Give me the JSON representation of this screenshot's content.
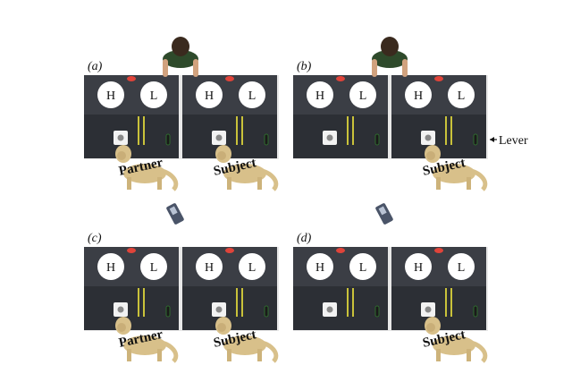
{
  "panels": [
    {
      "label": "(a)",
      "hl": [
        "H",
        "L",
        "H",
        "L"
      ],
      "partner": "Partner",
      "subject": "Subject",
      "human": true,
      "device": false,
      "lever_note": ""
    },
    {
      "label": "(b)",
      "hl": [
        "H",
        "L",
        "H",
        "L"
      ],
      "partner": "",
      "subject": "Subject",
      "human": true,
      "device": false,
      "lever_note": "Lever"
    },
    {
      "label": "(c)",
      "hl": [
        "H",
        "L",
        "H",
        "L"
      ],
      "partner": "Partner",
      "subject": "Subject",
      "human": false,
      "device": true,
      "lever_note": ""
    },
    {
      "label": "(d)",
      "hl": [
        "H",
        "L",
        "H",
        "L"
      ],
      "partner": "",
      "subject": "Subject",
      "human": false,
      "device": true,
      "lever_note": ""
    }
  ],
  "icons": {
    "human": "human-top-view-icon",
    "monkey": "monkey-icon",
    "device": "remote-device-icon",
    "arrow": "arrow-left-icon"
  },
  "colors": {
    "machine_top": "#3b3e45",
    "machine_bottom": "#2c2f35",
    "light": "#e0443a",
    "slot": "#c9c23a",
    "monkey": "#d8c08a"
  }
}
